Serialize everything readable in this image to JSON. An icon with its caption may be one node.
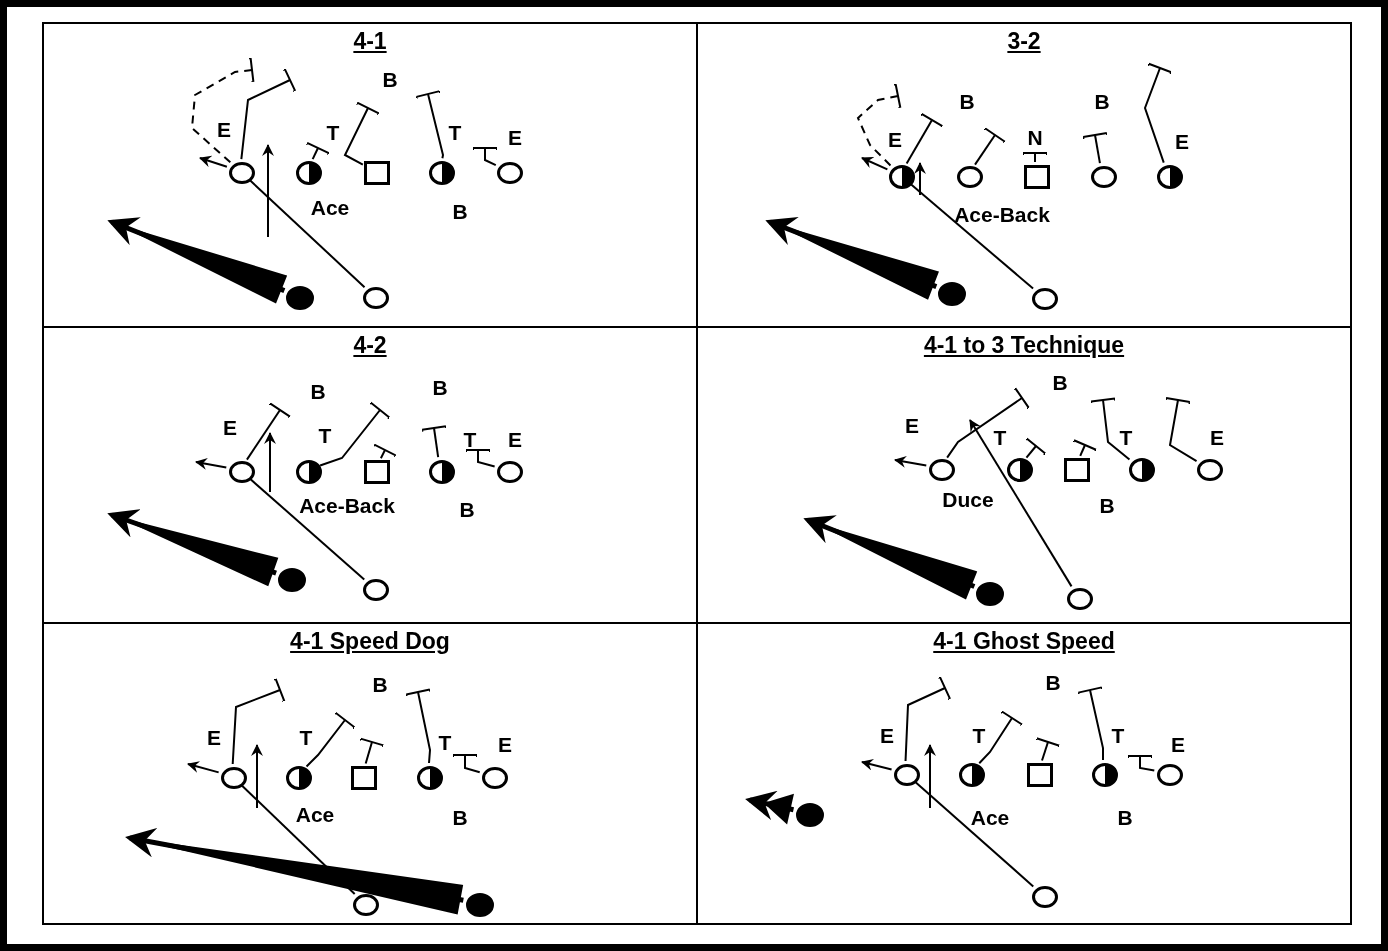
{
  "diagram": {
    "nodes": [
      {
        "text": [
          "4-1"
        ]
      },
      {
        "text": [],
        "shape": "circle",
        "in": 0
      },
      {
        "text": [],
        "shape": "half-circle",
        "in": 0
      },
      {
        "text": [],
        "shape": "box",
        "in": 0
      },
      {
        "text": [],
        "shape": "half-circle",
        "in": 0
      },
      {
        "text": [],
        "shape": "circle",
        "in": 0
      },
      {
        "text": [],
        "shape": "dot",
        "in": 0
      },
      {
        "text": [],
        "shape": "circle",
        "in": 0
      },
      {
        "text": [
          "3-2"
        ]
      },
      {
        "text": [],
        "shape": "half-circle",
        "in": 8
      },
      {
        "text": [],
        "shape": "circle",
        "in": 8
      },
      {
        "text": [],
        "shape": "box",
        "in": 8
      },
      {
        "text": [],
        "shape": "circle",
        "in": 8
      },
      {
        "text": [],
        "shape": "half-circle",
        "in": 8
      },
      {
        "text": [],
        "shape": "dot",
        "in": 8
      },
      {
        "text": [],
        "shape": "circle",
        "in": 8
      },
      {
        "text": [
          "4-2"
        ]
      },
      {
        "text": [],
        "shape": "circle",
        "in": 16
      },
      {
        "text": [],
        "shape": "half-circle",
        "in": 16
      },
      {
        "text": [],
        "shape": "box",
        "in": 16
      },
      {
        "text": [],
        "shape": "half-circle",
        "in": 16
      },
      {
        "text": [],
        "shape": "circle",
        "in": 16
      },
      {
        "text": [],
        "shape": "dot",
        "in": 16
      },
      {
        "text": [],
        "shape": "circle",
        "in": 16
      },
      {
        "text": [
          "4-1 to 3 Technique"
        ]
      },
      {
        "text": [],
        "shape": "circle",
        "in": 24
      },
      {
        "text": [],
        "shape": "half-circle",
        "in": 24
      },
      {
        "text": [],
        "shape": "box",
        "in": 24
      },
      {
        "text": [],
        "shape": "half-circle",
        "in": 24
      },
      {
        "text": [],
        "shape": "circle",
        "in": 24
      },
      {
        "text": [],
        "shape": "dot",
        "in": 24
      },
      {
        "text": [],
        "shape": "circle",
        "in": 24
      },
      {
        "text": [
          "4-1 Speed Dog"
        ]
      },
      {
        "text": [],
        "shape": "circle",
        "in": 32
      },
      {
        "text": [],
        "shape": "half-circle",
        "in": 32
      },
      {
        "text": [],
        "shape": "box",
        "in": 32
      },
      {
        "text": [],
        "shape": "half-circle",
        "in": 32
      },
      {
        "text": [],
        "shape": "circle",
        "in": 32
      },
      {
        "text": [],
        "shape": "dot",
        "in": 32
      },
      {
        "text": [],
        "shape": "circle",
        "in": 32
      },
      {
        "text": [
          "4-1 Ghost Speed"
        ]
      },
      {
        "text": [],
        "shape": "circle",
        "in": 40
      },
      {
        "text": [],
        "shape": "half-circle",
        "in": 40
      },
      {
        "text": [],
        "shape": "box",
        "in": 40
      },
      {
        "text": [],
        "shape": "half-circle",
        "in": 40
      },
      {
        "text": [],
        "shape": "circle",
        "in": 40
      },
      {
        "text": [],
        "shape": "dot",
        "in": 40
      },
      {
        "text": [],
        "shape": "circle",
        "in": 40
      }
    ],
    "edges": [
      {
        "from": 7,
        "to": 1,
        "arrow": "none"
      },
      {
        "from": 1,
        "to": null,
        "arrow": "to"
      },
      {
        "from": 1,
        "to": null,
        "arrow": "other"
      },
      {
        "from": 1,
        "to": null,
        "arrow": "other",
        "style": "dashed"
      },
      {
        "from": 2,
        "to": null,
        "arrow": "other"
      },
      {
        "from": 3,
        "to": null,
        "arrow": "other"
      },
      {
        "from": 4,
        "to": null,
        "arrow": "other"
      },
      {
        "from": 5,
        "to": null,
        "arrow": "other"
      },
      {
        "from": 6,
        "to": null,
        "arrow": "to",
        "style": "thick"
      },
      {
        "from": 15,
        "to": 9,
        "arrow": "none"
      },
      {
        "from": 9,
        "to": null,
        "arrow": "to"
      },
      {
        "from": 9,
        "to": null,
        "arrow": "other"
      },
      {
        "from": 9,
        "to": null,
        "arrow": "other",
        "style": "dashed"
      },
      {
        "from": 10,
        "to": null,
        "arrow": "other"
      },
      {
        "from": 11,
        "to": null,
        "arrow": "other"
      },
      {
        "from": 12,
        "to": null,
        "arrow": "other"
      },
      {
        "from": 13,
        "to": null,
        "arrow": "other"
      },
      {
        "from": 14,
        "to": null,
        "arrow": "to",
        "style": "thick"
      },
      {
        "from": 23,
        "to": 17,
        "arrow": "none"
      },
      {
        "from": 17,
        "to": null,
        "arrow": "to"
      },
      {
        "from": 17,
        "to": null,
        "arrow": "other"
      },
      {
        "from": 18,
        "to": null,
        "arrow": "other"
      },
      {
        "from": 19,
        "to": null,
        "arrow": "other"
      },
      {
        "from": 20,
        "to": null,
        "arrow": "other"
      },
      {
        "from": 21,
        "to": null,
        "arrow": "other"
      },
      {
        "from": 22,
        "to": null,
        "arrow": "to",
        "style": "thick"
      },
      {
        "from": 31,
        "to": null,
        "arrow": "to"
      },
      {
        "from": 25,
        "to": null,
        "arrow": "to"
      },
      {
        "from": 25,
        "to": null,
        "arrow": "other"
      },
      {
        "from": 26,
        "to": null,
        "arrow": "other"
      },
      {
        "from": 27,
        "to": null,
        "arrow": "other"
      },
      {
        "from": 28,
        "to": null,
        "arrow": "other"
      },
      {
        "from": 29,
        "to": null,
        "arrow": "other"
      },
      {
        "from": 30,
        "to": null,
        "arrow": "to",
        "style": "thick"
      },
      {
        "from": 39,
        "to": 33,
        "arrow": "none"
      },
      {
        "from": 33,
        "to": null,
        "arrow": "to"
      },
      {
        "from": 33,
        "to": null,
        "arrow": "other"
      },
      {
        "from": 34,
        "to": null,
        "arrow": "other"
      },
      {
        "from": 35,
        "to": null,
        "arrow": "other"
      },
      {
        "from": 36,
        "to": null,
        "arrow": "other"
      },
      {
        "from": 37,
        "to": null,
        "arrow": "other"
      },
      {
        "from": 38,
        "to": null,
        "arrow": "to",
        "style": "thick"
      },
      {
        "from": 47,
        "to": 41,
        "arrow": "none"
      },
      {
        "from": 41,
        "to": null,
        "arrow": "to"
      },
      {
        "from": 41,
        "to": null,
        "arrow": "other"
      },
      {
        "from": 42,
        "to": null,
        "arrow": "other"
      },
      {
        "from": 43,
        "to": null,
        "arrow": "other"
      },
      {
        "from": 44,
        "to": null,
        "arrow": "other"
      },
      {
        "from": 45,
        "to": null,
        "arrow": "other"
      },
      {
        "from": 46,
        "to": null,
        "arrow": "to",
        "style": "thick"
      }
    ],
    "labels": [
      "B",
      "E",
      "T",
      "T",
      "E",
      "Ace",
      "B",
      "B",
      "B",
      "E",
      "N",
      "E",
      "Ace-Back",
      "B",
      "B",
      "E",
      "T",
      "T",
      "E",
      "Ace-Back",
      "B",
      "B",
      "E",
      "T",
      "T",
      "E",
      "Duce",
      "B",
      "B",
      "E",
      "T",
      "T",
      "E",
      "Ace",
      "B",
      "B",
      "E",
      "T",
      "T",
      "E",
      "Ace",
      "B"
    ]
  }
}
